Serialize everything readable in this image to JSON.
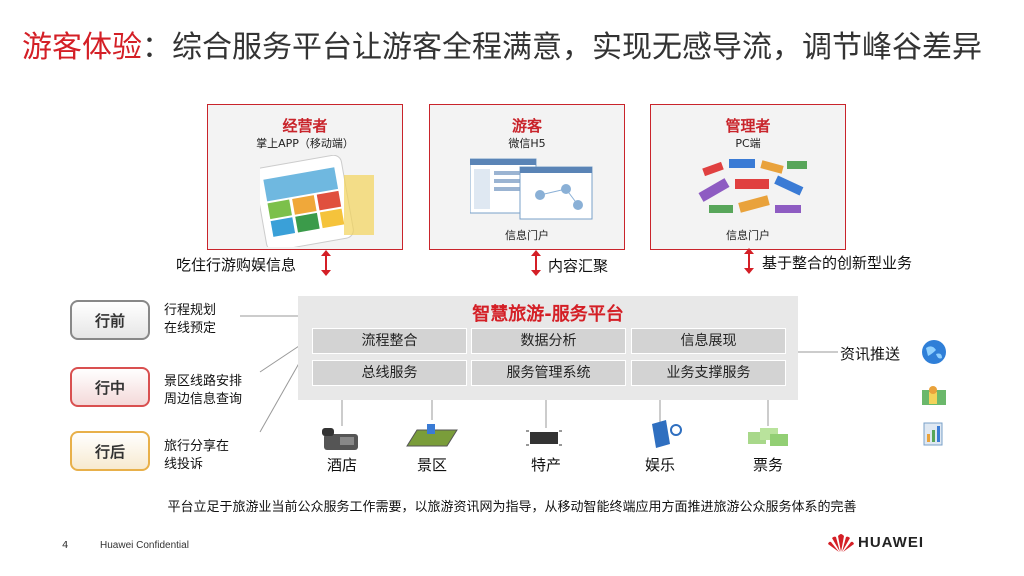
{
  "title": {
    "highlight": "游客体验",
    "rest": "：综合服务平台让游客全程满意，实现无感导流，调节峰谷差异"
  },
  "panels": [
    {
      "title": "经营者",
      "subtitle": "掌上APP（移动端）",
      "footer": ""
    },
    {
      "title": "游客",
      "subtitle": "微信H5",
      "footer": "信息门户"
    },
    {
      "title": "管理者",
      "subtitle": "PC端",
      "footer": "信息门户"
    }
  ],
  "captions": {
    "c1": "吃住行游购娱信息",
    "c2": "内容汇聚",
    "c3": "基于整合的创新型业务"
  },
  "stages": [
    {
      "label": "行前",
      "desc1": "行程规划",
      "desc2": "在线预定"
    },
    {
      "label": "行中",
      "desc1": "景区线路安排",
      "desc2": "周边信息查询"
    },
    {
      "label": "行后",
      "desc1": "旅行分享在",
      "desc2": "线投诉"
    }
  ],
  "platform": {
    "title": "智慧旅游-服务平台",
    "cells": [
      "流程整合",
      "数据分析",
      "信息展现",
      "总线服务",
      "服务管理系统",
      "业务支撑服务"
    ]
  },
  "push_label": "资讯推送",
  "bottom_items": [
    "酒店",
    "景区",
    "特产",
    "娱乐",
    "票务"
  ],
  "note": "平台立足于旅游业当前公众服务工作需要，以旅游资讯网为指导，从移动智能终端应用方面推进旅游公众服务体系的完善",
  "page_number": "4",
  "confidential": "Huawei Confidential",
  "brand": "HUAWEI",
  "colors": {
    "accent": "#d41f26",
    "panel_border": "#c9242b",
    "platform_bg": "#e8e8e8"
  }
}
